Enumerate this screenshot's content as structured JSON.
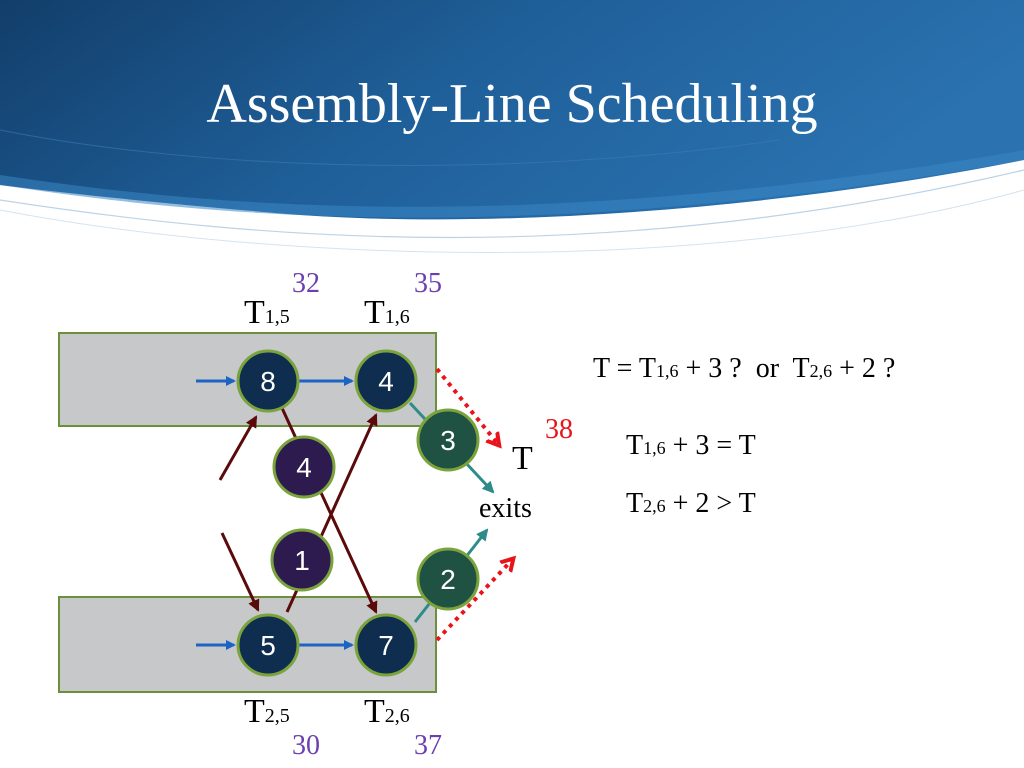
{
  "title": "Assembly-Line Scheduling",
  "colors": {
    "header_blue": "#1f5f99",
    "node_navy": "#0f2d4e",
    "node_purple": "#2d1b4f",
    "node_green": "#1f5243",
    "line_box_fill": "#c6c8ca",
    "arrow_blue": "#1c64c4",
    "arrow_dark_red": "#5a0a0a",
    "arrow_teal": "#2e8c88",
    "exit_red": "#e8131b",
    "cost_purple": "#6b3fb0"
  },
  "top_labels": {
    "t15": {
      "main": "T",
      "sub": "1,5",
      "cost": "32"
    },
    "t16": {
      "main": "T",
      "sub": "1,6",
      "cost": "35"
    }
  },
  "bottom_labels": {
    "t25": {
      "main": "T",
      "sub": "2,5",
      "cost": "30"
    },
    "t26": {
      "main": "T",
      "sub": "2,6",
      "cost": "37"
    }
  },
  "nodes": {
    "line1_station5": "8",
    "line1_station6": "4",
    "line2_station5": "5",
    "line2_station6": "7",
    "transfer_1_to_2": "4",
    "transfer_2_to_1": "1",
    "exit_line1": "3",
    "exit_line2": "2"
  },
  "exit": {
    "label": "T",
    "value": "38",
    "caption": "exits"
  },
  "equations": {
    "question": {
      "p1": "T = T",
      "s1": "1,6",
      "p2": " + 3 ?  or  T",
      "s2": "2,6",
      "p3": " + 2 ?"
    },
    "eq1": {
      "p1": "T",
      "s1": "1,6",
      "p2": " + 3 = T"
    },
    "eq2": {
      "p1": "T",
      "s1": "2,6",
      "p2": " + 2 > T"
    }
  }
}
